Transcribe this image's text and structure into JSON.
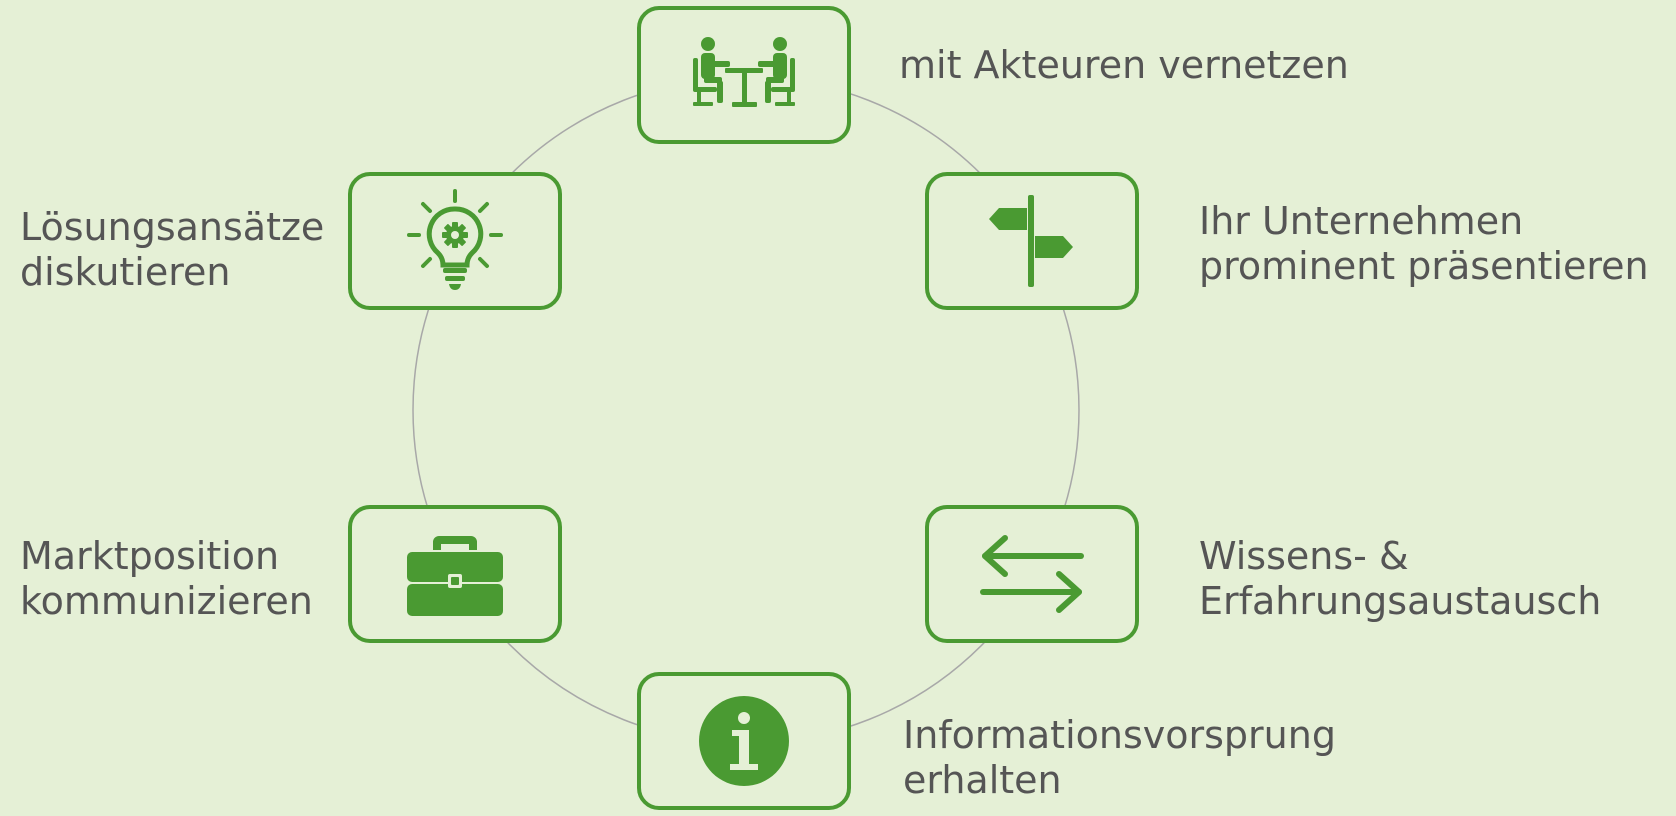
{
  "diagram": {
    "accent_color": "#4a9a32",
    "background_color": "#e5f0d6",
    "ring_color": "#a8a8a8",
    "text_color": "#555555",
    "items": [
      {
        "id": "network",
        "icon": "meeting-people-icon",
        "label_lines": [
          "mit Akteuren vernetzen"
        ]
      },
      {
        "id": "present",
        "icon": "signpost-icon",
        "label_lines": [
          "Ihr Unternehmen",
          "prominent präsentieren"
        ]
      },
      {
        "id": "exchange",
        "icon": "exchange-arrows-icon",
        "label_lines": [
          "Wissens- &",
          "Erfahrungsaustausch"
        ]
      },
      {
        "id": "information",
        "icon": "info-circle-icon",
        "label_lines": [
          "Informationsvorsprung",
          "erhalten"
        ]
      },
      {
        "id": "market",
        "icon": "briefcase-icon",
        "label_lines": [
          "Marktposition",
          "kommunizieren"
        ]
      },
      {
        "id": "solutions",
        "icon": "lightbulb-gear-icon",
        "label_lines": [
          "Lösungsansätze",
          "diskutieren"
        ]
      }
    ]
  }
}
